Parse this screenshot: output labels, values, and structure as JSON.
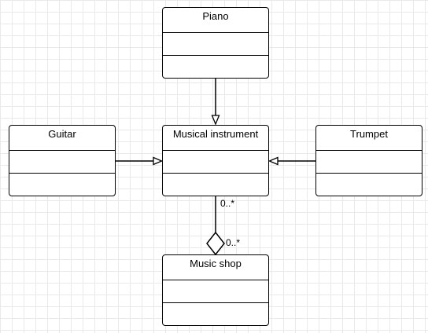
{
  "classes": {
    "piano": {
      "name": "Piano"
    },
    "guitar": {
      "name": "Guitar"
    },
    "instrument": {
      "name": "Musical instrument"
    },
    "trumpet": {
      "name": "Trumpet"
    },
    "shop": {
      "name": "Music shop"
    }
  },
  "relations": {
    "aggregation": {
      "instrument_multiplicity": "0..*",
      "shop_multiplicity": "0..*"
    }
  }
}
